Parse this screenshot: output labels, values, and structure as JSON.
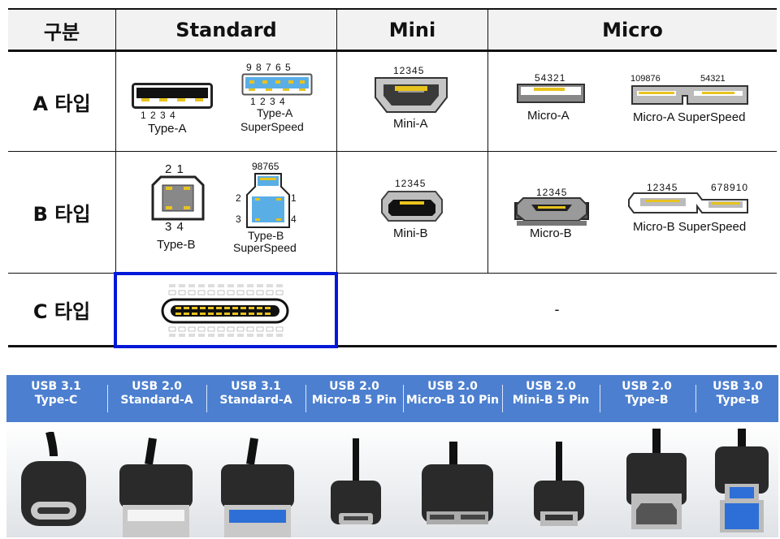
{
  "table": {
    "headers": {
      "category": "구분",
      "standard": "Standard",
      "mini": "Mini",
      "micro": "Micro"
    },
    "rows": {
      "a": "A 타입",
      "b": "B 타입",
      "c": "C 타입"
    },
    "cells": {
      "std_a": {
        "caption": "Type-A",
        "pins": "1  2  3  4"
      },
      "std_a_ss": {
        "caption_line1": "Type-A",
        "caption_line2": "SuperSpeed",
        "pins_top": "9  8  7  6  5",
        "pins_bottom": "1   2   3   4"
      },
      "mini_a": {
        "caption": "Mini-A",
        "pins": "12345"
      },
      "micro_a": {
        "caption": "Micro-A",
        "pins": "54321"
      },
      "micro_a_ss": {
        "caption": "Micro-A SuperSpeed",
        "pins_left": "109876",
        "pins_right": "54321"
      },
      "std_b": {
        "caption": "Type-B",
        "pins_top": "2  1",
        "pins_bottom": "3  4"
      },
      "std_b_ss": {
        "caption_line1": "Type-B",
        "caption_line2": "SuperSpeed",
        "pins_top": "98765",
        "pin_2": "2",
        "pin_1": "1",
        "pin_3": "3",
        "pin_4": "4"
      },
      "mini_b": {
        "caption": "Mini-B",
        "pins": "12345"
      },
      "micro_b": {
        "caption": "Micro-B",
        "pins": "12345"
      },
      "micro_b_ss": {
        "caption": "Micro-B SuperSpeed",
        "pins_left": "12345",
        "pins_right": "678910"
      },
      "c_other": {
        "text": "-"
      }
    }
  },
  "banner": {
    "labels": [
      {
        "line1": "USB 3.1",
        "line2": "Type-C"
      },
      {
        "line1": "USB 2.0",
        "line2": "Standard-A"
      },
      {
        "line1": "USB 3.1",
        "line2": "Standard-A"
      },
      {
        "line1": "USB 2.0",
        "line2": "Micro-B 5 Pin"
      },
      {
        "line1": "USB 2.0",
        "line2": "Micro-B 10 Pin"
      },
      {
        "line1": "USB 2.0",
        "line2": "Mini-B 5 Pin"
      },
      {
        "line1": "USB 2.0",
        "line2": "Type-B"
      },
      {
        "line1": "USB 3.0",
        "line2": "Type-B"
      }
    ]
  },
  "colors": {
    "highlight_border": "#0018d8",
    "banner_blue": "#4c7fcf",
    "superspeed_blue": "#5aaee6",
    "pin_gold": "#e8c31e",
    "header_bg": "#f2f2f2"
  }
}
